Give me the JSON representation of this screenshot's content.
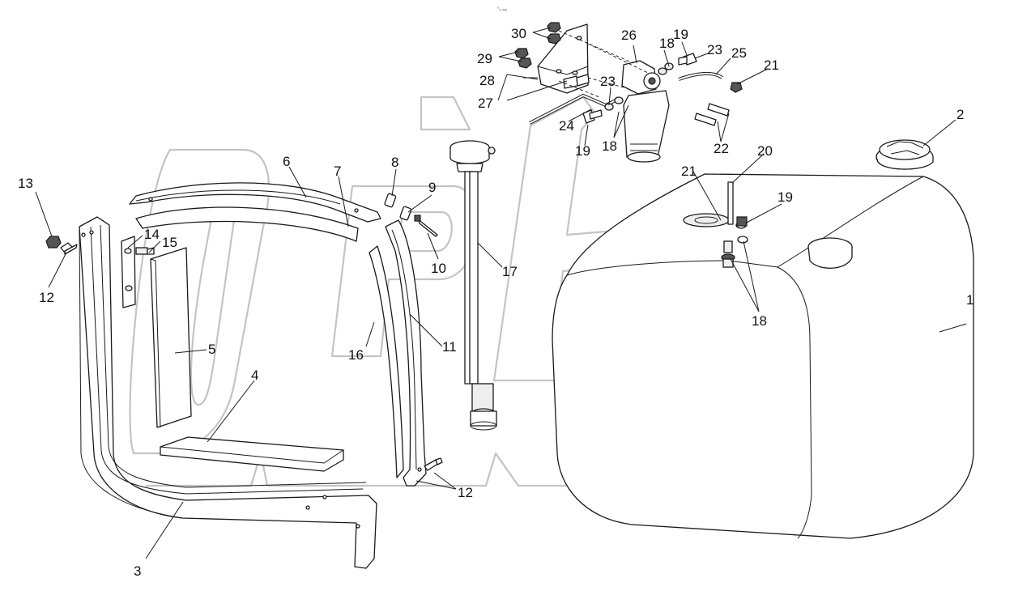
{
  "header_text": "°ₓ ₓₓₓ",
  "callouts": {
    "c1": "1",
    "c2": "2",
    "c3": "3",
    "c4": "4",
    "c5": "5",
    "c6": "6",
    "c7": "7",
    "c8": "8",
    "c9": "9",
    "c10": "10",
    "c11": "11",
    "c12a": "12",
    "c12b": "12",
    "c13": "13",
    "c14": "14",
    "c15": "15",
    "c16": "16",
    "c17": "17",
    "c18a": "18",
    "c18b": "18",
    "c18c": "18",
    "c19a": "19",
    "c19b": "19",
    "c19c": "19",
    "c20": "20",
    "c21a": "21",
    "c21b": "21",
    "c22": "22",
    "c23a": "23",
    "c23b": "23",
    "c24": "24",
    "c25": "25",
    "c26": "26",
    "c27": "27",
    "c28": "28",
    "c29": "29",
    "c30": "30"
  },
  "watermark": {
    "brand": "OPEX",
    "color": "#c4c4c4"
  },
  "colors": {
    "line": "#1a1a1a",
    "background": "#ffffff"
  }
}
